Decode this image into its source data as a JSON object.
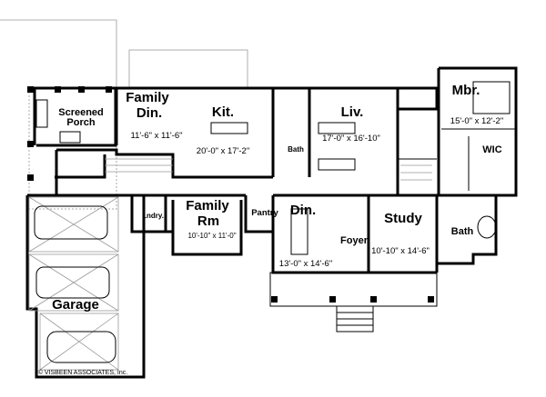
{
  "rooms": {
    "screened_porch": {
      "line1": "Screened",
      "line2": "Porch"
    },
    "family_din": {
      "line1": "Family",
      "line2": "Din.",
      "size": "11'-6\" x 11'-6\""
    },
    "kit": {
      "name": "Kit.",
      "size": "20'-0\" x 17'-2\""
    },
    "bath1": {
      "name": "Bath"
    },
    "liv": {
      "name": "Liv.",
      "size": "17'-0\" x 16'-10\""
    },
    "mbr": {
      "name": "Mbr.",
      "size": "15'-0\" x 12'-2\""
    },
    "wic": {
      "name": "WIC"
    },
    "lndry": {
      "name": "Lndry."
    },
    "family_rm": {
      "line1": "Family",
      "line2": "Rm",
      "size": "10'-10\" x 11'-0\""
    },
    "pantry": {
      "name": "Pantry"
    },
    "din": {
      "name": "Din.",
      "size": "13'-0\" x 14'-6\""
    },
    "foyer": {
      "name": "Foyer"
    },
    "study": {
      "name": "Study",
      "size": "10'-10\" x 14'-6\""
    },
    "bath2": {
      "name": "Bath"
    },
    "garage": {
      "name": "Garage"
    }
  },
  "copyright": "© VISBEEN ASSOCIATES, Inc."
}
